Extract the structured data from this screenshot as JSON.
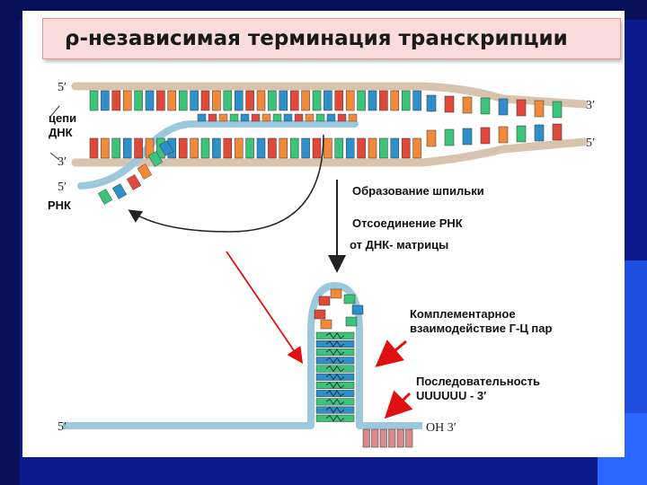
{
  "title": "ρ-независимая терминация транскрипции",
  "labels": {
    "top_5": "5′",
    "top_3": "3′",
    "mid_3_left": "3′",
    "mid_5_right": "5′",
    "rna_5": "5′",
    "bottom_5": "5′",
    "oh_3": "OH 3′",
    "dna_chains_1": "цепи",
    "dna_chains_2": "ДНК",
    "rna": "РНК"
  },
  "steps": {
    "step1": "Образование шпильки",
    "step2": "Отсоединение РНК",
    "step3": "от ДНК- матрицы"
  },
  "annotations": {
    "gc_1": "Комплементарное",
    "gc_2": "взаимодействие Г-Ц пар",
    "seq_1": "Последовательность",
    "seq_2": "UUUUUU - 3′"
  },
  "colors": {
    "background": "#0b1a8c",
    "title_bg": "#f7dcda",
    "strand": "#d8c4ae",
    "rna_strand": "#9cc8dc",
    "base_green": "#3bc47a",
    "base_blue": "#2e8fc9",
    "base_red": "#e0483a",
    "base_orange": "#f08a3a",
    "arrow_red": "#e01010"
  }
}
